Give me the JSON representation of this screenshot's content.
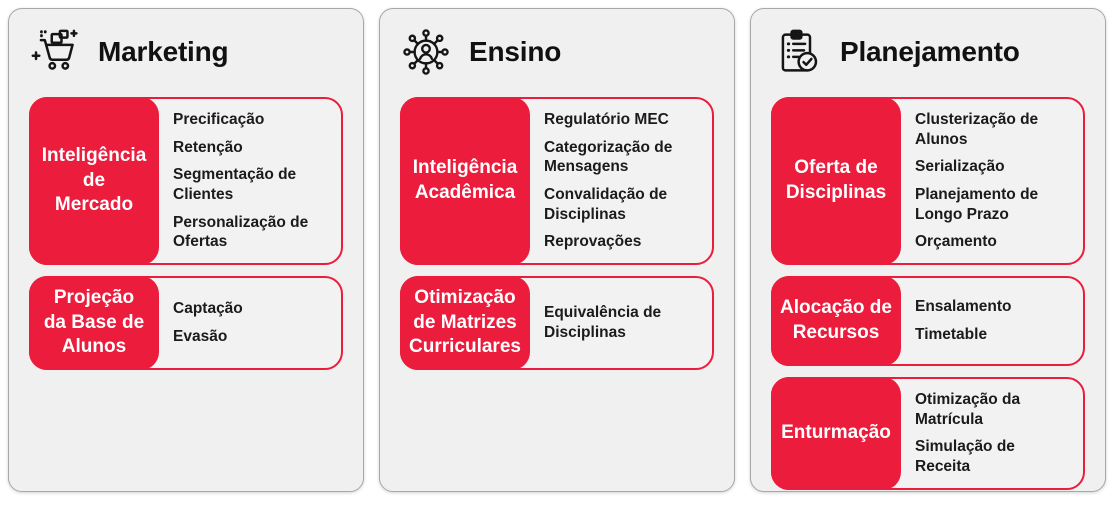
{
  "colors": {
    "accent_red": "#EB1C3C",
    "panel_background": "#F1F0F1",
    "card_background": "#F3F2F3",
    "panel_border": "#A8A8A8",
    "text": "#161616",
    "label_text": "#FFFFFF"
  },
  "panels": [
    {
      "title": "Marketing",
      "icon": "shopping-cart-icon",
      "cards": [
        {
          "label": "Inteligência\nde\nMercado",
          "items": [
            "Precificação",
            "Retenção",
            "Segmentação de Clientes",
            "Personalização de Ofertas"
          ]
        },
        {
          "label": "Projeção\nda Base de\nAlunos",
          "items": [
            "Captação",
            "Evasão"
          ]
        }
      ]
    },
    {
      "title": "Ensino",
      "icon": "people-network-icon",
      "cards": [
        {
          "label": "Inteligência\nAcadêmica",
          "items": [
            "Regulatório MEC",
            "Categorização de Mensagens",
            "Convalidação de Disciplinas",
            "Reprovações"
          ]
        },
        {
          "label": "Otimização\nde Matrizes\nCurriculares",
          "items": [
            "Equivalência de Disciplinas"
          ]
        }
      ]
    },
    {
      "title": "Planejamento",
      "icon": "clipboard-check-icon",
      "cards": [
        {
          "label": "Oferta de\nDisciplinas",
          "items": [
            "Clusterização de Alunos",
            "Serialização",
            "Planejamento de Longo Prazo",
            "Orçamento"
          ]
        },
        {
          "label": "Alocação de\nRecursos",
          "items": [
            "Ensalamento",
            "Timetable"
          ]
        },
        {
          "label": "Enturmação",
          "items": [
            "Otimização da Matrícula",
            "Simulação de Receita"
          ]
        }
      ]
    }
  ]
}
